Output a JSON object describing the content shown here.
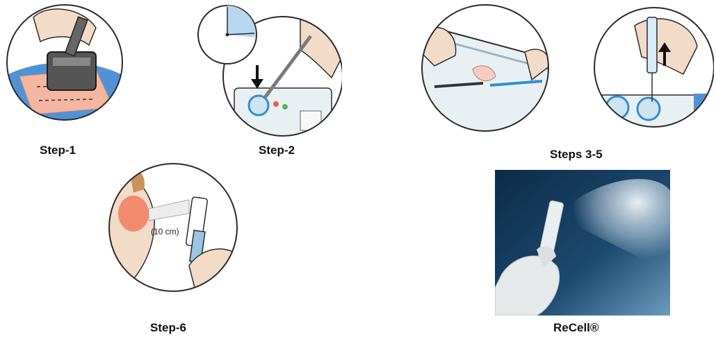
{
  "captions": {
    "step1": "Step-1",
    "step2": "Step-2",
    "steps35": "Steps 3-5",
    "step6": "Step-6",
    "recell": "ReCell®"
  },
  "step6_distance_label": "(10 cm)",
  "colors": {
    "outline": "#2a2a2a",
    "skin": "#f2dcc7",
    "drape_blue": "#4f93d6",
    "wound_pink": "#f4b6a0",
    "accent_blue": "#2f8fd0",
    "tray_light": "#e9f0f4",
    "recell_bg_dark": "#0d2b47",
    "recell_bg_light": "#6d9bbd",
    "spray_white": "#f4f8fb"
  },
  "icons": [
    "dermatome-icon",
    "timer-dial-icon",
    "down-arrow-icon",
    "up-arrow-icon",
    "syringe-icon",
    "spray-nozzle-icon"
  ]
}
